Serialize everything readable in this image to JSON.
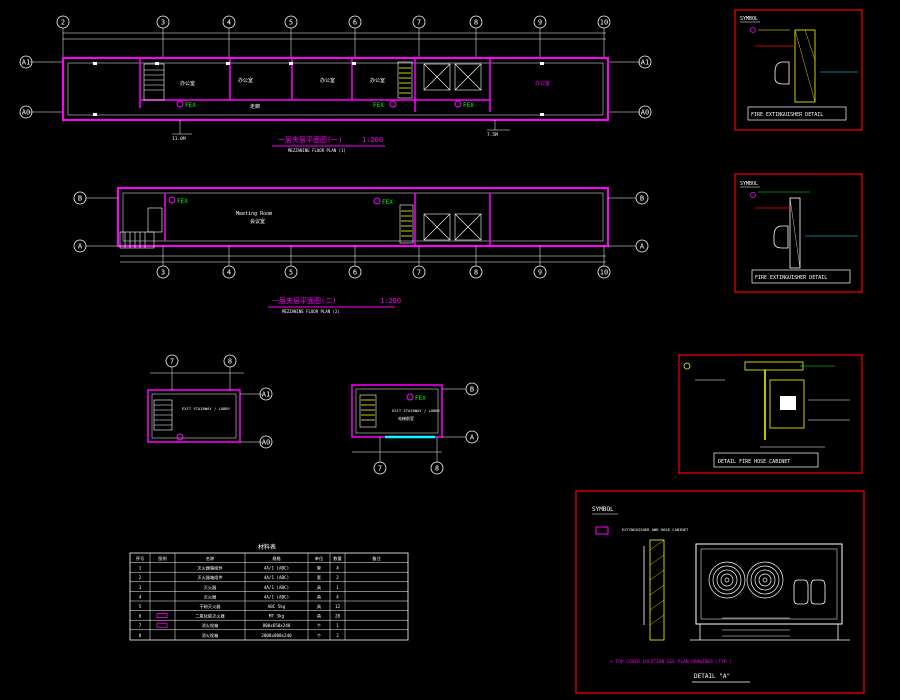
{
  "plan1": {
    "title": "一层夹层平面图(一)",
    "subtitle": "MEZZANINE FLOOR PLAN (1)",
    "scale": "1:200",
    "grid_top": [
      "2",
      "3",
      "4",
      "5",
      "6",
      "7",
      "8",
      "9",
      "10"
    ],
    "grid_side_left": [
      "A1",
      "A0"
    ],
    "grid_side_right": [
      "A1",
      "A0"
    ],
    "fex": [
      "FEX",
      "FEX",
      "FEX"
    ],
    "room_labels": [
      "办公室",
      "办公室",
      "办公室",
      "办公室",
      "办公室",
      "走廊"
    ],
    "notes": [
      "11.0M",
      "7.5M"
    ]
  },
  "plan2": {
    "title": "一层夹层平面图(二)",
    "subtitle": "MEZZANINE FLOOR PLAN (2)",
    "scale": "1:200",
    "grid_bottom": [
      "3",
      "4",
      "5",
      "6",
      "7",
      "8",
      "9",
      "10"
    ],
    "grid_side": [
      "B",
      "A"
    ],
    "fex": [
      "FEX",
      "FEX"
    ],
    "room_label": "Meeting Room",
    "room_label_cn": "会议室"
  },
  "partial1": {
    "grid_top": [
      "7",
      "8"
    ],
    "grid_side": [
      "A1",
      "A0"
    ],
    "room_label": "EXIT STAIRWAY / LOBBY"
  },
  "partial2": {
    "grid_bottom": [
      "7",
      "8"
    ],
    "grid_side": [
      "B",
      "A"
    ],
    "fex": "FEX",
    "room_label": "EXIT STAIRWAY / LOBBY",
    "room_label_cn": "电梯前室"
  },
  "details": {
    "ext1": {
      "symbol": "SYMBOL",
      "caption": "FIRE EXTINGUISHER DETAIL"
    },
    "ext2": {
      "symbol": "SYMBOL",
      "caption": "FIRE EXTINGUISHER DETAIL"
    },
    "hose": {
      "caption": "DETAIL FIRE HOSE CABINET"
    },
    "cabinet": {
      "symbol": "SYMBOL",
      "legend": "EXTINGUISHER AND HOSE CABINET",
      "note": "• TOP COVER LOCATION SEE PLAN DRAWINGS (TYP.)",
      "caption": "DETAIL \"A\""
    }
  },
  "schedule": {
    "title": "材料表",
    "headers": [
      "序号",
      "图例",
      "名称",
      "规格",
      "单位",
      "数量",
      "备注"
    ],
    "rows": [
      [
        "1",
        "",
        "灭火器箱组件",
        "4A/1 (ABC)",
        "套",
        "4"
      ],
      [
        "2",
        "",
        "灭火器箱组件",
        "4A/1 (ABC)",
        "套",
        "2"
      ],
      [
        "3",
        "",
        "灭火器",
        "4A/1 (ABC)",
        "具",
        "1"
      ],
      [
        "4",
        "",
        "灭火器",
        "4A/1 (ABC)",
        "具",
        "4"
      ],
      [
        "5",
        "",
        "干粉灭火器",
        "ABC 5kg",
        "具",
        "12"
      ],
      [
        "6",
        "",
        "二氧化碳灭火器",
        "MT 3kg",
        "具",
        "28"
      ],
      [
        "7",
        "",
        "消火栓箱",
        "800x650x240",
        "个",
        "1"
      ],
      [
        "8",
        "",
        "消火栓箱",
        "2000x800x240",
        "个",
        "2"
      ]
    ]
  },
  "colors": {
    "wall": "#ff00ff",
    "frame": "#ff0000",
    "line": "#ffffff",
    "accent": "#ffff00",
    "fex": "#00ff00",
    "cyan": "#00ffff"
  }
}
